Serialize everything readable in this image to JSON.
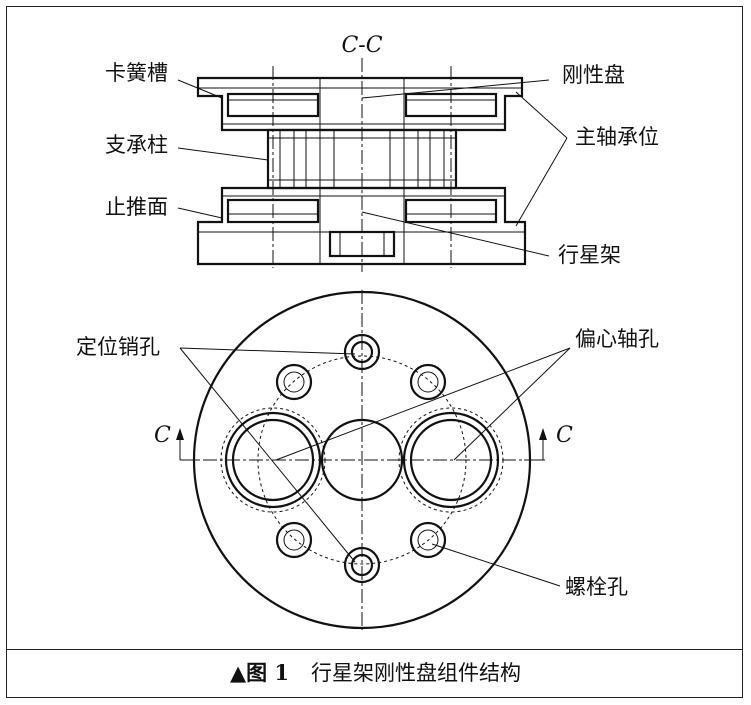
{
  "section_view": {
    "title": "C-C"
  },
  "labels": {
    "spring_groove": "卡簧槽",
    "rigid_disk": "刚性盘",
    "support_column": "支承柱",
    "main_bearing": "主轴承位",
    "thrust_face": "止推面",
    "planet_carrier": "行星架",
    "locating_pin_hole": "定位销孔",
    "eccentric_shaft_hole": "偏心轴孔",
    "bolt_hole": "螺栓孔",
    "section_mark_left": "C",
    "section_mark_right": "C"
  },
  "caption": {
    "marker": "▲图 1",
    "text": "行星架刚性盘组件结构"
  }
}
